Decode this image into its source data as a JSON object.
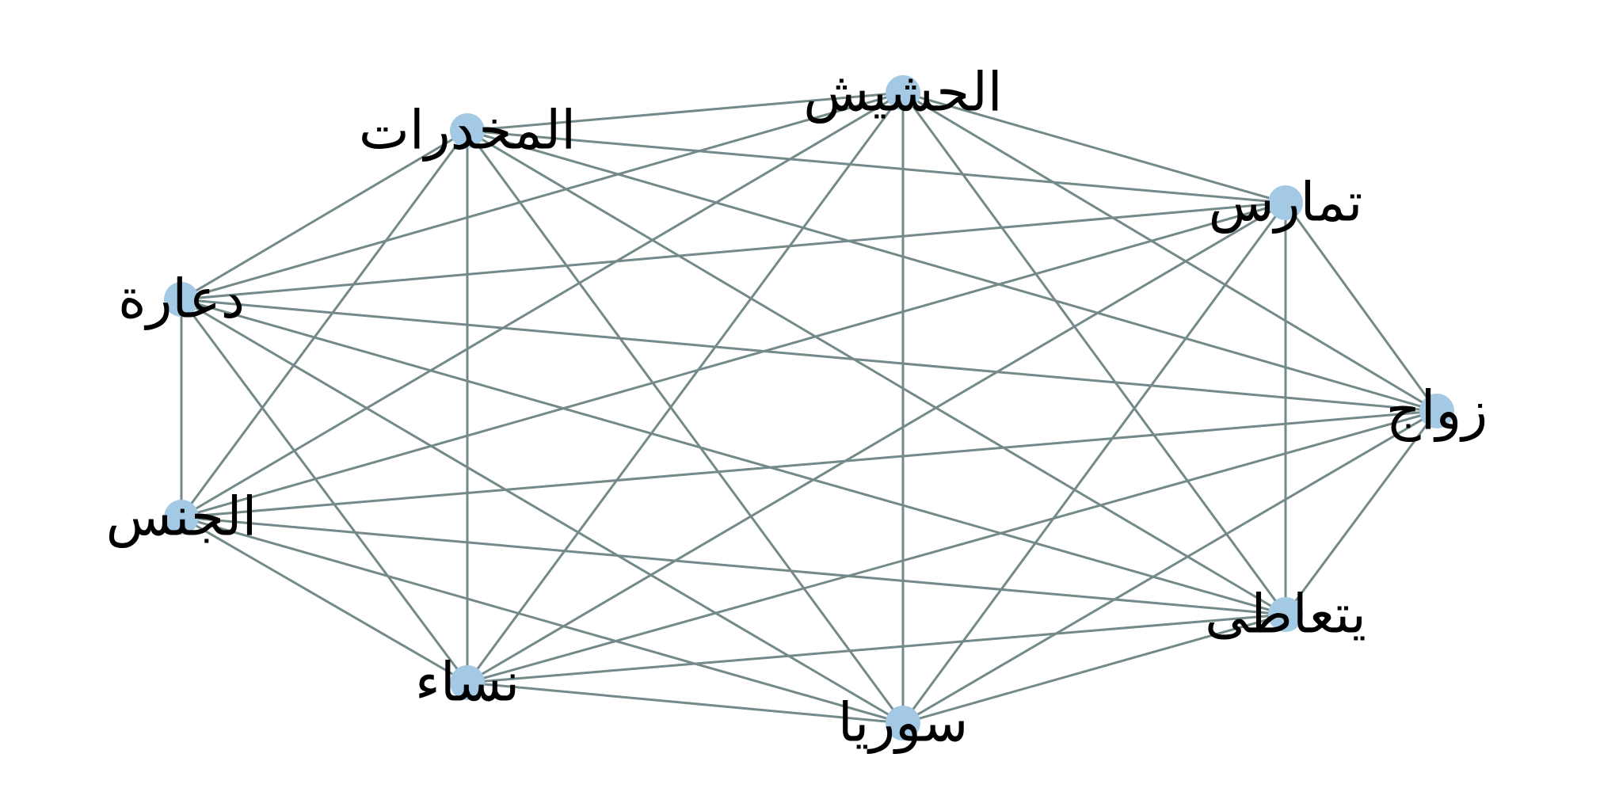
{
  "colors": {
    "background": "#ffffff",
    "node": "#a3c9e4",
    "edge": "#748989",
    "label": "#000000"
  },
  "graph": {
    "nodes": [
      {
        "id": "hashish",
        "label": "الحشيش"
      },
      {
        "id": "mukhaddirat",
        "label": "المخدرات"
      },
      {
        "id": "tamaras",
        "label": "تمارس"
      },
      {
        "id": "daara",
        "label": "دعارة"
      },
      {
        "id": "zawaj",
        "label": "زواج"
      },
      {
        "id": "jins",
        "label": "الجنس"
      },
      {
        "id": "yataata",
        "label": "يتعاطى"
      },
      {
        "id": "nisaa",
        "label": "نساء"
      },
      {
        "id": "suria",
        "label": "سوريا"
      }
    ],
    "complete": true
  }
}
